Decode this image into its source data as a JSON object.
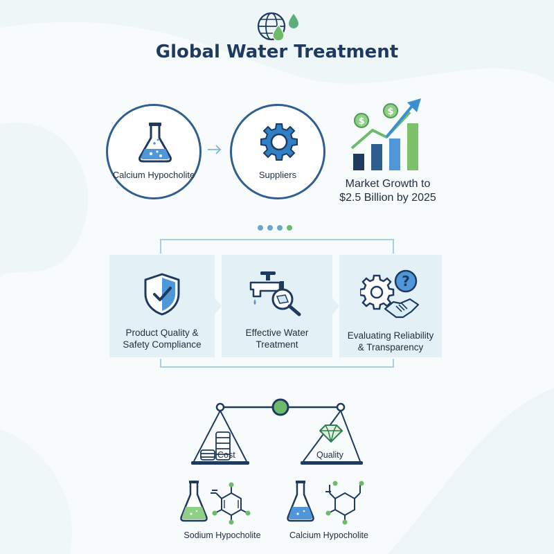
{
  "title": "Global Water Treatment",
  "flow": {
    "step1": {
      "label": "Calcium Hypocholite",
      "icon": "flask-icon"
    },
    "step2": {
      "label": "Suppliers",
      "icon": "gear-icon"
    },
    "market": {
      "line1": "Market Growth to",
      "line2": "$2.5 Billion by 2025",
      "icon": "growth-chart-icon"
    }
  },
  "cards": [
    {
      "line1": "Product Quality &",
      "line2": "Safety Compliance",
      "icon": "shield-check-icon"
    },
    {
      "line1": "Effective Water",
      "line2": "Treatment",
      "icon": "faucet-magnifier-icon"
    },
    {
      "line1": "Evaluating Reliability",
      "line2": "& Transparency",
      "icon": "gear-handshake-icon"
    }
  ],
  "balance": {
    "left_label": "Cost",
    "right_label": "Quality"
  },
  "products": [
    {
      "label": "Sodium Hypocholite",
      "color": "#7cc26b"
    },
    {
      "label": "Calcium Hypocholite",
      "color": "#2f7fc4"
    }
  ],
  "colors": {
    "navy": "#1e3a5f",
    "blue": "#2f7fc4",
    "green": "#6dbb6a",
    "teal_bg": "#e3f1f6",
    "outline": "#2f5f8f"
  }
}
